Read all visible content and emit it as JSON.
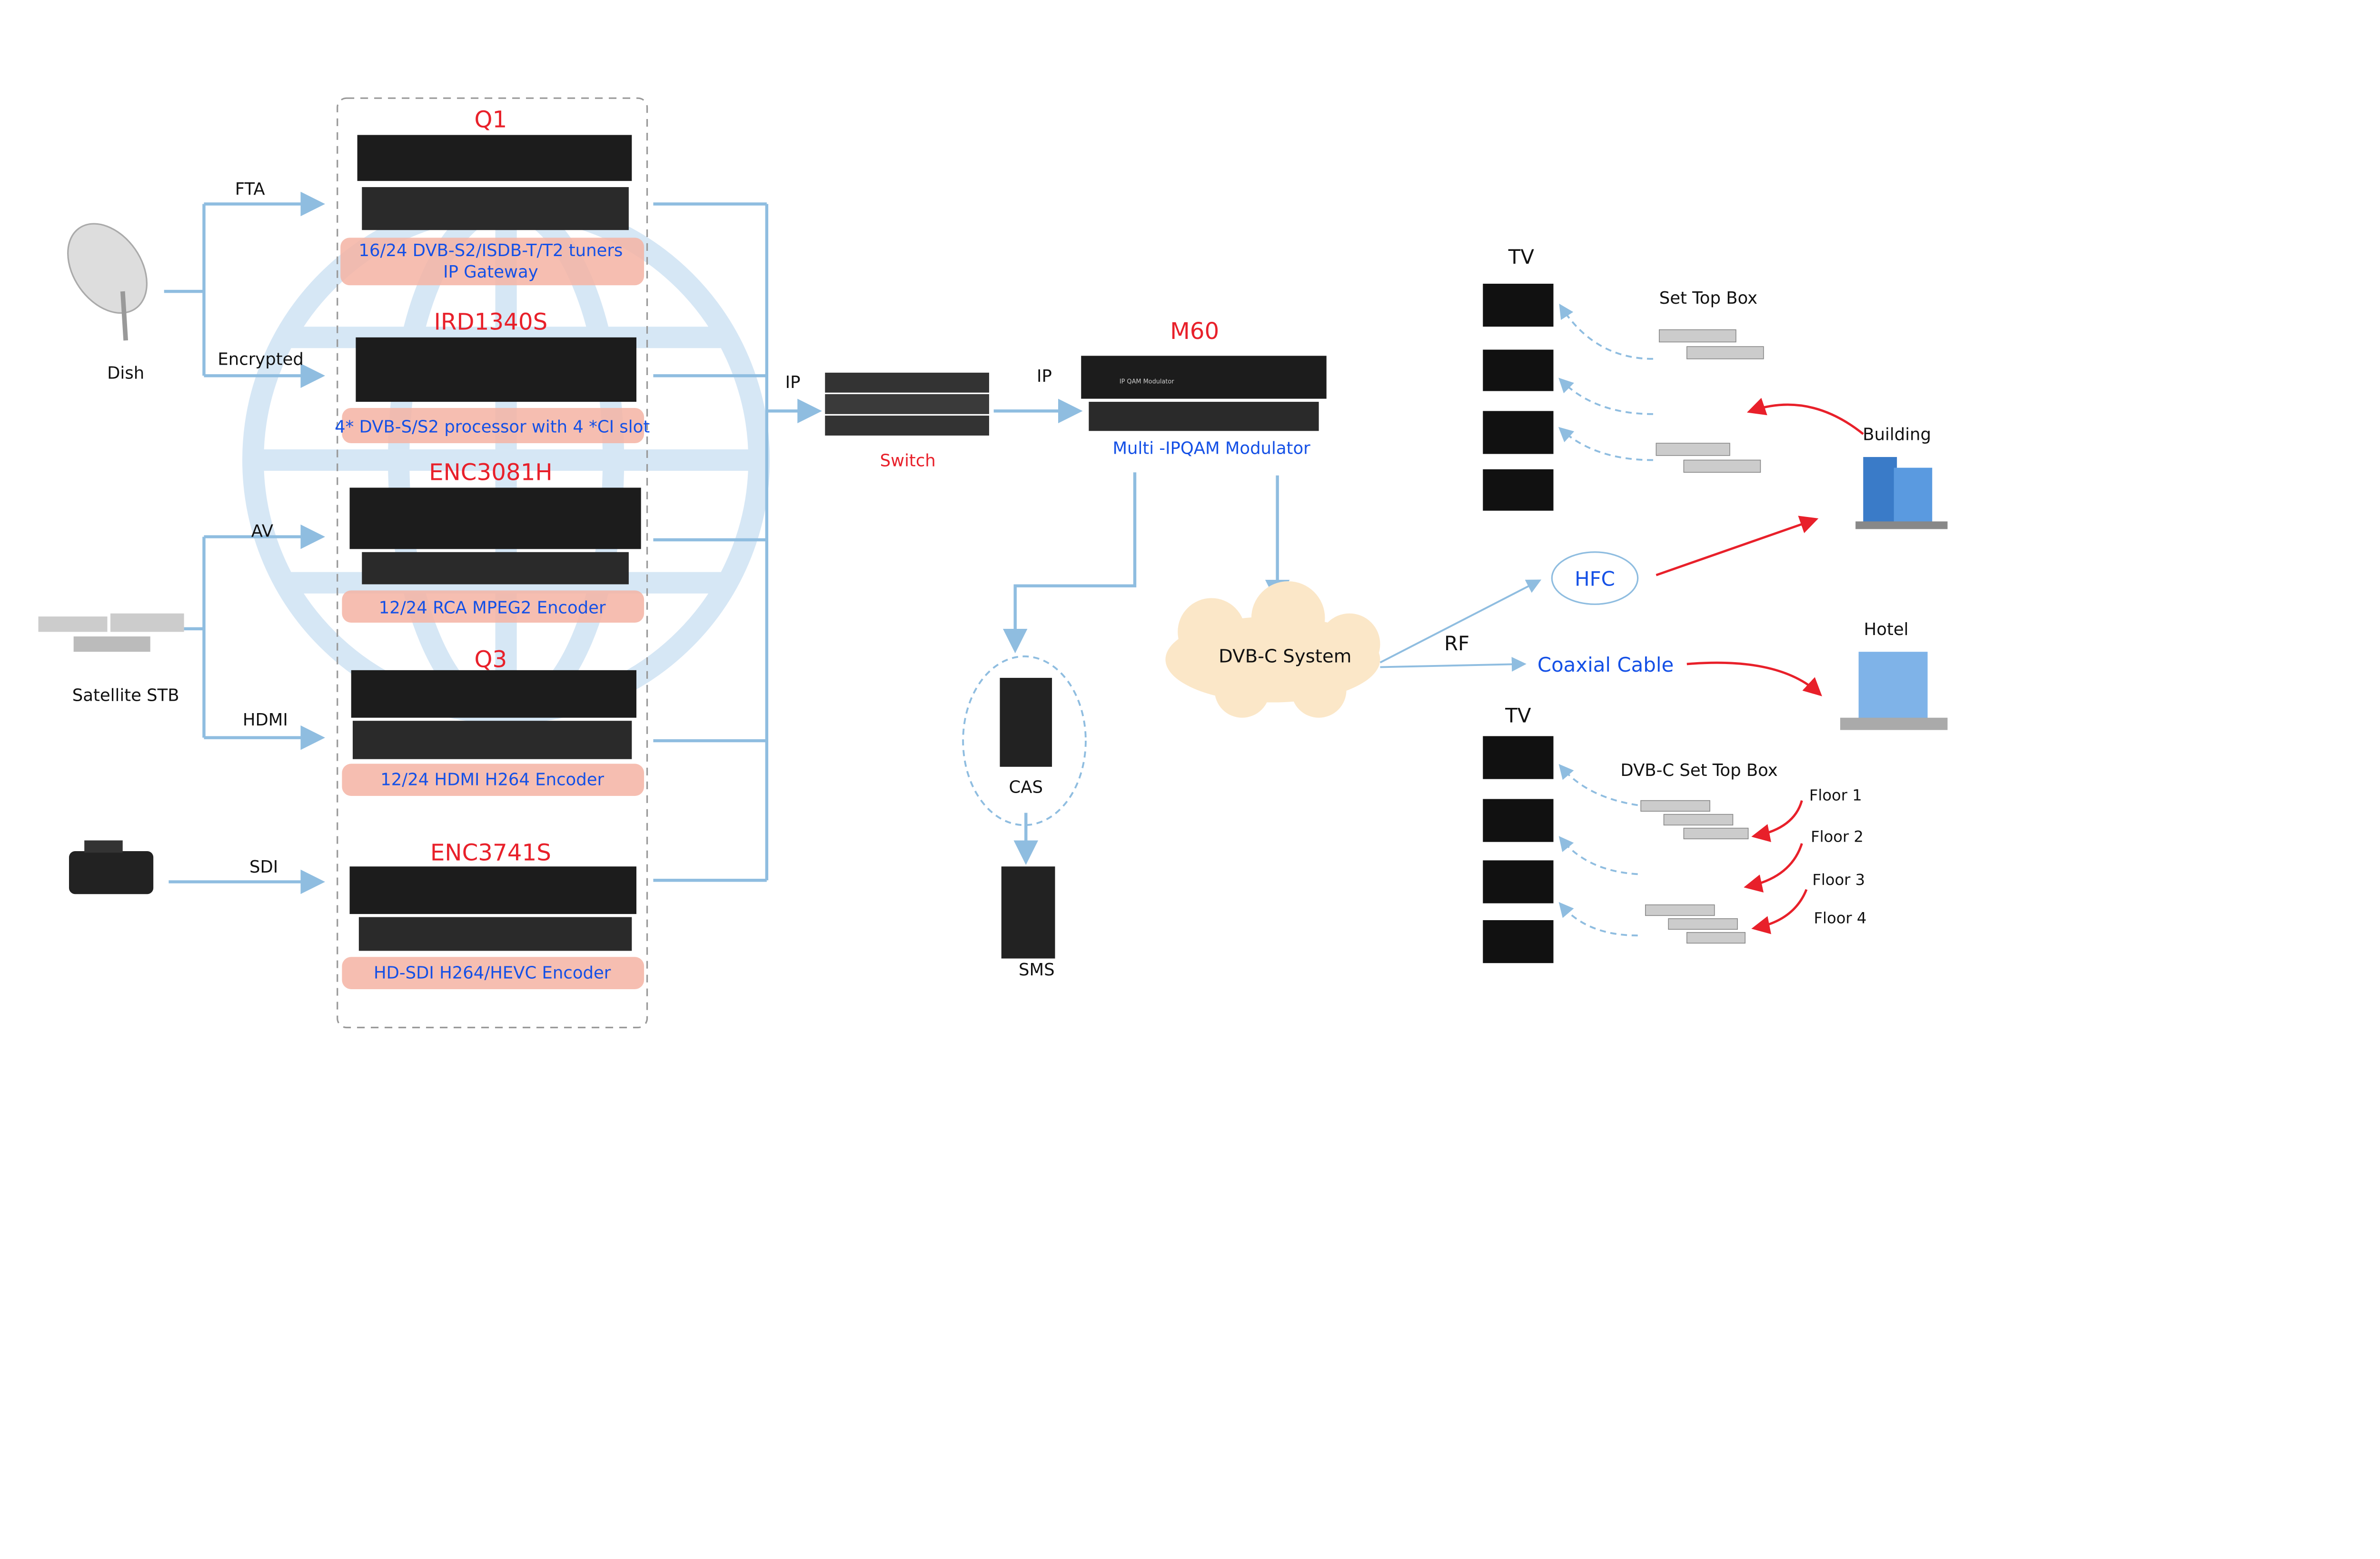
{
  "colors": {
    "model_label": "#e8202a",
    "description": "#1450e6",
    "connector": "#8fbde0",
    "rf_arrow": "#e8202a",
    "label_box": "#f4b3a3"
  },
  "sources": {
    "dish": "Dish",
    "satellite_stb": "Satellite STB",
    "fta": "FTA",
    "encrypted": "Encrypted",
    "av": "AV",
    "hdmi": "HDMI",
    "sdi": "SDI"
  },
  "headend": [
    {
      "model": "Q1",
      "desc_line1": "16/24 DVB-S2/ISDB-T/T2 tuners",
      "desc_line2": "IP Gateway"
    },
    {
      "model": "IRD1340S",
      "desc_line1": "4* DVB-S/S2 processor with 4 *CI slot"
    },
    {
      "model": "ENC3081H",
      "desc_line1": "12/24 RCA MPEG2 Encoder"
    },
    {
      "model": "Q3",
      "desc_line1": "12/24 HDMI H264 Encoder"
    },
    {
      "model": "ENC3741S",
      "desc_line1": "HD-SDI H264/HEVC Encoder"
    }
  ],
  "network": {
    "ip_in": "IP",
    "switch": "Switch",
    "ip_out": "IP",
    "modulator_model": "M60",
    "modulator_desc": "Multi -IPQAM Modulator",
    "modulator_panel": "IP QAM Modulator",
    "cas": "CAS",
    "sms": "SMS",
    "dvbc": "DVB-C System",
    "rf": "RF",
    "hfc": "HFC",
    "coax": "Coaxial Cable"
  },
  "distribution": {
    "tv_top": "TV",
    "stb_top": "Set Top Box",
    "building": "Building",
    "hotel": "Hotel",
    "tv_bottom": "TV",
    "stb_bottom": "DVB-C Set Top Box",
    "floors": [
      "Floor 1",
      "Floor 2",
      "Floor 3",
      "Floor 4"
    ]
  }
}
